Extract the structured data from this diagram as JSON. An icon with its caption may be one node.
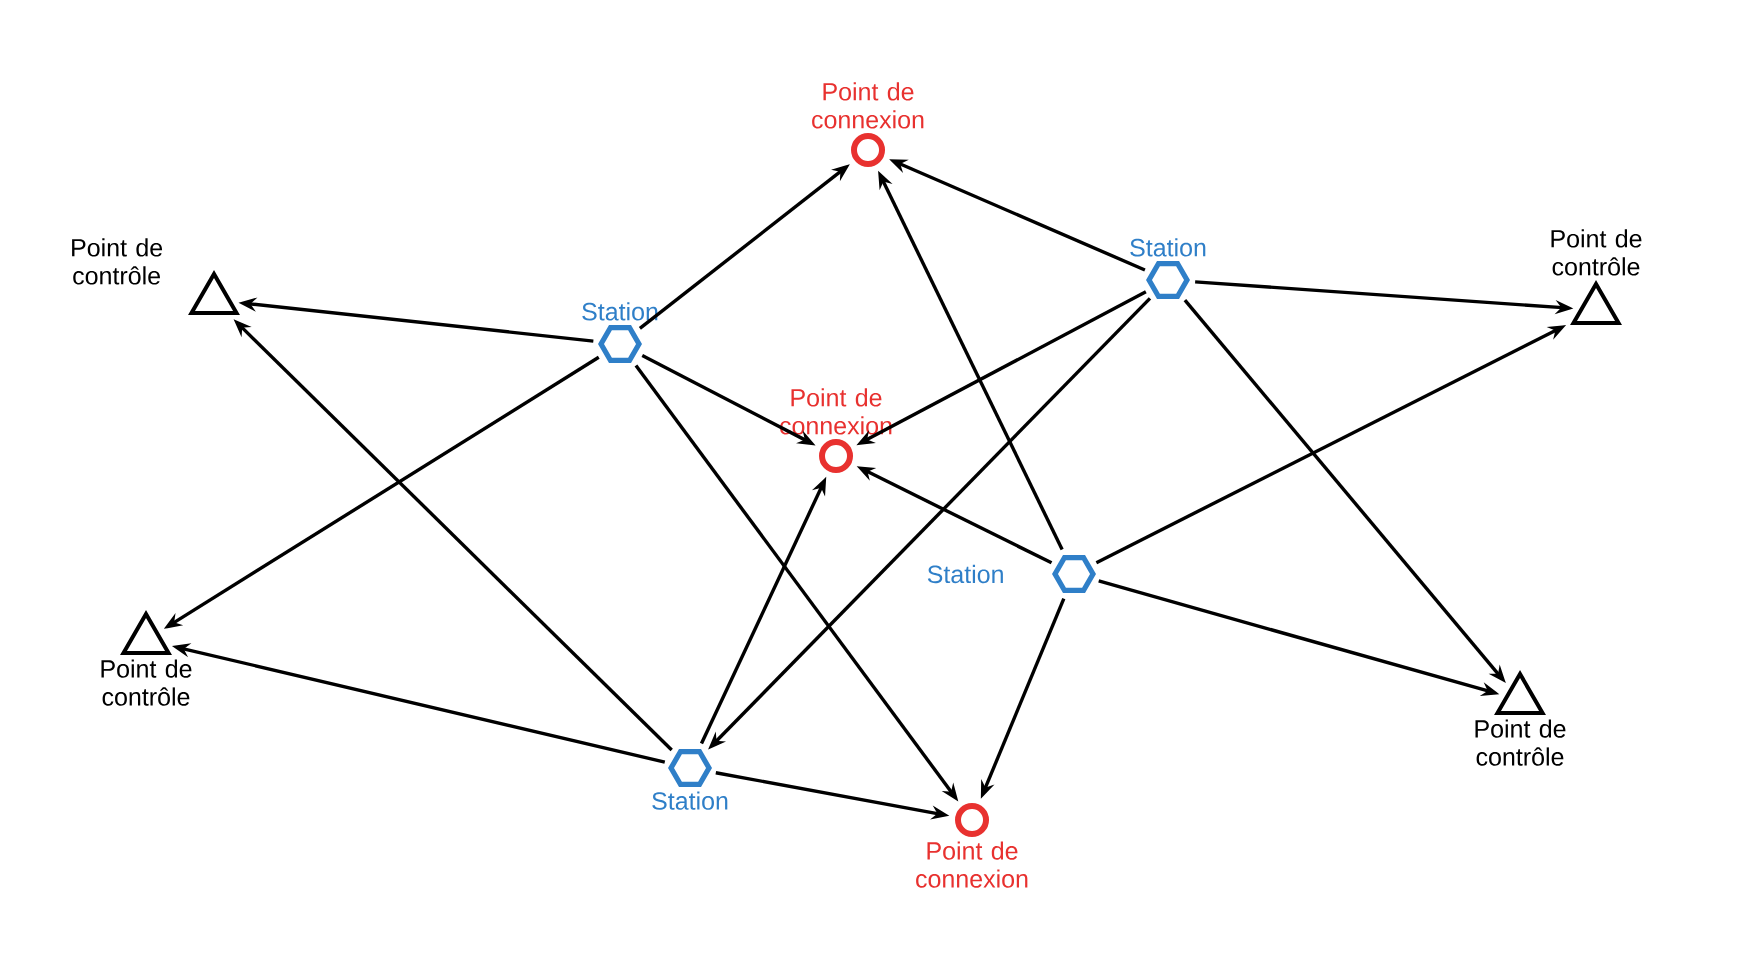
{
  "diagram": {
    "nodes": [
      {
        "text": [
          "Point de connexion"
        ]
      },
      {
        "text": [
          "Station"
        ]
      },
      {
        "text": [
          "Point de contrôle"
        ]
      },
      {
        "text": [
          "Point de contrôle"
        ]
      },
      {
        "text": [
          "Station"
        ]
      },
      {
        "text": [
          "Point de connexion"
        ]
      },
      {
        "text": [
          "Station"
        ]
      },
      {
        "text": [
          "Point de contrôle"
        ]
      },
      {
        "text": [
          "Point de contrôle"
        ]
      },
      {
        "text": [
          "Station"
        ]
      },
      {
        "text": [
          "Point de connexion"
        ]
      }
    ],
    "edges": [
      {
        "from": 4,
        "to": 2,
        "arrow": "to"
      },
      {
        "from": 4,
        "to": 0,
        "arrow": "to"
      },
      {
        "from": 4,
        "to": 5,
        "arrow": "to"
      },
      {
        "from": 4,
        "to": 7,
        "arrow": "to"
      },
      {
        "from": 4,
        "to": 10,
        "arrow": "to"
      },
      {
        "from": 9,
        "to": 2,
        "arrow": "to"
      },
      {
        "from": 9,
        "to": 7,
        "arrow": "to"
      },
      {
        "from": 9,
        "to": 5,
        "arrow": "to"
      },
      {
        "from": 9,
        "to": 10,
        "arrow": "to"
      },
      {
        "from": 1,
        "to": 0,
        "arrow": "to"
      },
      {
        "from": 1,
        "to": 3,
        "arrow": "to"
      },
      {
        "from": 1,
        "to": 5,
        "arrow": "to"
      },
      {
        "from": 1,
        "to": 9,
        "arrow": "to"
      },
      {
        "from": 1,
        "to": 8,
        "arrow": "to"
      },
      {
        "from": 6,
        "to": 0,
        "arrow": "to"
      },
      {
        "from": 6,
        "to": 5,
        "arrow": "to"
      },
      {
        "from": 6,
        "to": 3,
        "arrow": "to"
      },
      {
        "from": 6,
        "to": 8,
        "arrow": "to"
      },
      {
        "from": 6,
        "to": 10,
        "arrow": "to"
      }
    ]
  }
}
